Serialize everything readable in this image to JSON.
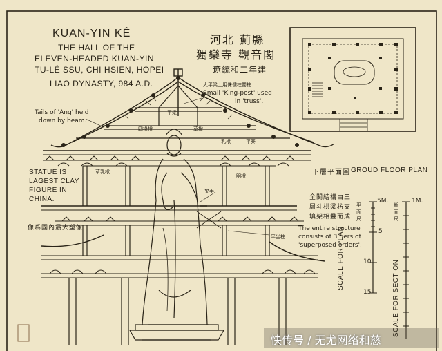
{
  "colors": {
    "paper": "#efe6c8",
    "ink": "#2a2418",
    "watermark": "#ffffff"
  },
  "title": {
    "line1": "KUAN-YIN KÊ",
    "line2": "THE HALL OF THE",
    "line3": "ELEVEN-HEADED KUAN-YIN",
    "line4": "TU-LÊ SSU, CHI HSIEN, HOPEI",
    "line5": "LIAO DYNASTY, 984 A.D."
  },
  "chinese_title": {
    "line1": "河北 薊縣",
    "line2": "獨樂寺 觀音閣",
    "line3": "遼統和二年建"
  },
  "annotations": {
    "kingpost_zh": "大平梁上用侏儒柱蜀柱",
    "kingpost_en_1": "Small 'King-post' used",
    "kingpost_en_2": "in 'truss'.",
    "ang_1": "Tails of 'Ang' held",
    "ang_2": "down by beam.",
    "statue_1": "STATUE IS",
    "statue_2": "LAGEST CLAY",
    "statue_3": "FIGURE IN",
    "statue_4": "CHINA.",
    "statue_zh": "像爲國內最大塑像",
    "structure_zh_1": "全閣結構由三",
    "structure_zh_2": "層斗栱梁枋支",
    "structure_zh_3": "填架相疊而成.",
    "structure_en_1": "The entire structure",
    "structure_en_2": "consists of 3 tiers of",
    "structure_en_3": "'superposed orders'.",
    "roof_zh_1": "四椽栿",
    "roof_zh_2": "平梁",
    "roof_zh_3": "乳栿",
    "roof_zh_4": "草栿",
    "roof_zh_5": "平棊",
    "beam_zh_1": "草乳栿",
    "beam_zh_2": "明栿",
    "beam_zh_3": "叉手",
    "post_zh": "平坐柱"
  },
  "plan": {
    "label_zh": "下層平面圖",
    "label_en": "GROUD FLOOR PLAN"
  },
  "scales": {
    "plan_label": "SCALE FOR PLAN",
    "plan_zh": "平面尺",
    "section_label": "SCALE FOR SECTION",
    "section_zh": "斷面尺",
    "plan_ticks": [
      "5M.",
      "5",
      "10",
      "15"
    ],
    "section_tick": "1M."
  },
  "watermark": "快传号 / 无尤网络和慈"
}
